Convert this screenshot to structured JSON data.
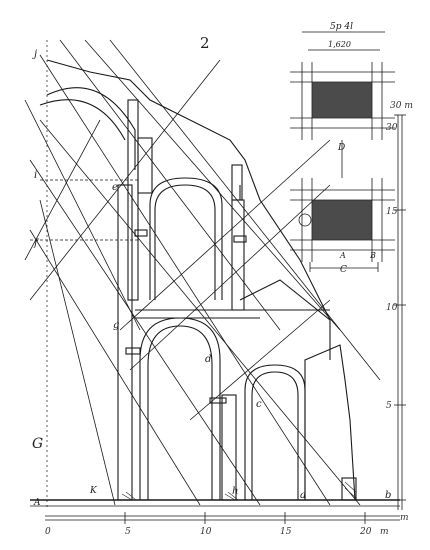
{
  "figure_number": "2",
  "plan_dimensions": {
    "top": "5p 4l",
    "inner": "1,620"
  },
  "plan_labels": {
    "upper_pier": "D",
    "lower_pier": "C",
    "lower_left": "A",
    "lower_right": "B"
  },
  "point_labels": {
    "j": "j",
    "e": "e",
    "i": "i",
    "f": "f",
    "g": "g",
    "d": "d",
    "c": "c",
    "h": "h",
    "a": "a",
    "b": "b",
    "A": "A",
    "K": "K",
    "G": "G"
  },
  "right_scale": {
    "unit_top": "30 m",
    "ticks": [
      "30",
      "15",
      "10",
      "5"
    ],
    "bottom": "m"
  },
  "bottom_scale": {
    "ticks": [
      "0",
      "5",
      "10",
      "15",
      "20"
    ],
    "end_label": "m"
  },
  "colors": {
    "ink": "#1a1a1a",
    "paper": "#ffffff",
    "hatch": "#2b2b2b"
  }
}
